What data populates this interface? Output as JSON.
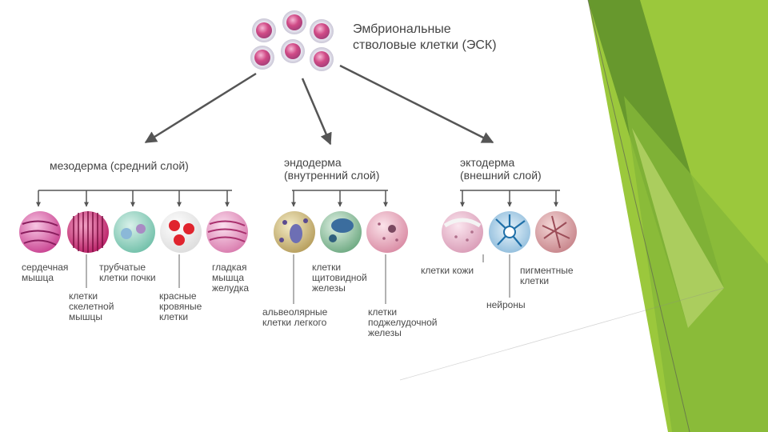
{
  "title": "Эмбриональные\nстволовые клетки (ЭСК)",
  "layers": {
    "mesoderm": "мезодерма (средний слой)",
    "endoderm": "эндодерма\n(внутренний слой)",
    "ectoderm": "эктодерма\n(внешний слой)"
  },
  "cells": {
    "cardiac_muscle": "сердечная\nмышца",
    "skeletal_muscle": "клетки\nскелетной\nмышцы",
    "kidney_tubule": "трубчатые\nклетки почки",
    "red_blood": "красные\nкровяные\nклетки",
    "smooth_muscle": "гладкая\nмышца\nжелудка",
    "lung_alveolar": "альвеолярные\nклетки легкого",
    "thyroid": "клетки\nщитовидной\nжелезы",
    "pancreas": "клетки\nподжелудочной\nжелезы",
    "skin": "клетки кожи",
    "neurons": "нейроны",
    "pigment": "пигментные\nклетки"
  },
  "colors": {
    "slide_green_light": "#9bc83c",
    "slide_green_dark": "#5e8f2a",
    "stem_cell": "#d04a86",
    "arrow": "#555555"
  }
}
